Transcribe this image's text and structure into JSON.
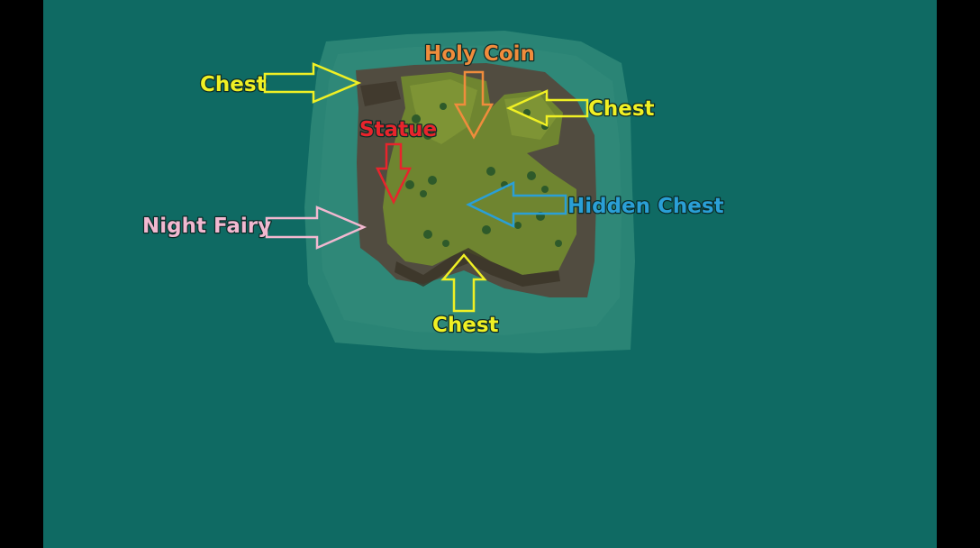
{
  "map": {
    "background_color": "#000000",
    "sea_color": "#0f6a63",
    "shallows_color": "#2f8878",
    "island_ground_color": "#514c40",
    "island_grass_color": "#6f8530",
    "tree_color": "#2e5a2a"
  },
  "markers": [
    {
      "id": "chest-northwest",
      "label": "Chest",
      "color": "#f0f024",
      "arrow_direction": "right",
      "icon": "outline-arrow-icon"
    },
    {
      "id": "holy-coin",
      "label": "Holy Coin",
      "color": "#f08c3c",
      "arrow_direction": "down",
      "icon": "outline-arrow-icon"
    },
    {
      "id": "chest-northeast",
      "label": "Chest",
      "color": "#f0f024",
      "arrow_direction": "left",
      "icon": "outline-arrow-icon"
    },
    {
      "id": "statue",
      "label": "Statue",
      "color": "#e8242c",
      "arrow_direction": "down",
      "icon": "outline-arrow-icon"
    },
    {
      "id": "hidden-chest",
      "label": "Hidden Chest",
      "color": "#2a9fd6",
      "arrow_direction": "left",
      "icon": "outline-arrow-icon"
    },
    {
      "id": "night-fairy",
      "label": "Night Fairy",
      "color": "#f2b8d0",
      "arrow_direction": "right",
      "icon": "outline-arrow-icon"
    },
    {
      "id": "chest-south",
      "label": "Chest",
      "color": "#f0f024",
      "arrow_direction": "up",
      "icon": "outline-arrow-icon"
    }
  ]
}
